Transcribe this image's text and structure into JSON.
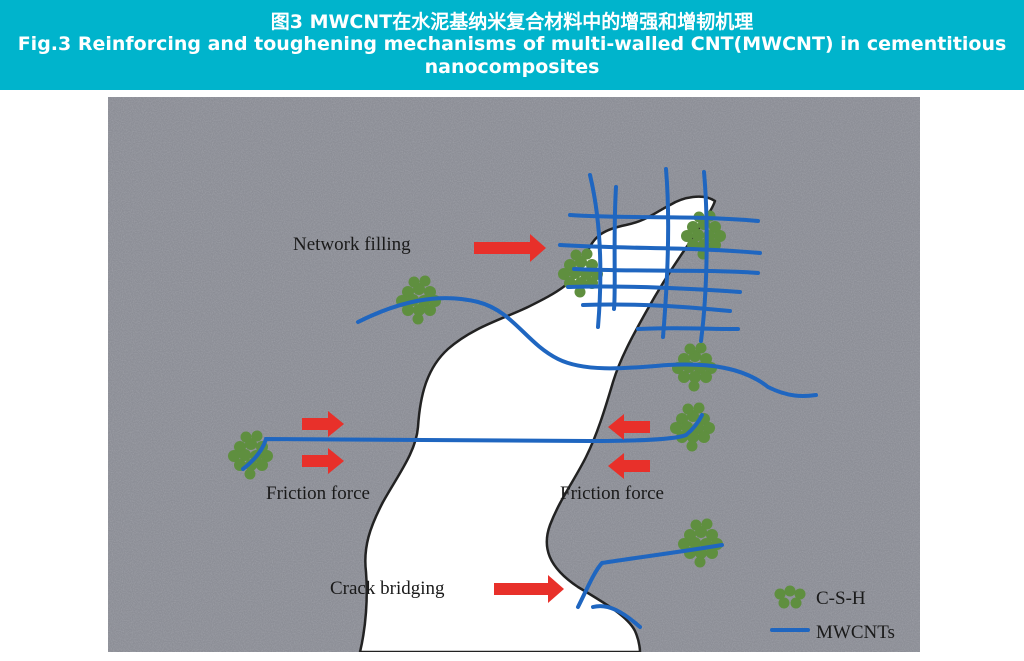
{
  "header": {
    "title_cn": "图3 MWCNT在水泥基纳米复合材料中的增强和增韧机理",
    "title_en": "Fig.3 Reinforcing and toughening mechanisms of multi-walled CNT(MWCNT) in cementitious nanocomposites"
  },
  "labels": {
    "network_filling": "Network filling",
    "friction_left": "Friction force",
    "friction_right": "Friction force",
    "crack_bridging": "Crack bridging"
  },
  "legend": {
    "csh": "C-S-H",
    "mwcnt": "MWCNTs"
  },
  "colors": {
    "header_bg": "#00b4cc",
    "matrix": "#8c8e96",
    "csh_green": "#5f8f3f",
    "mwcnt_blue": "#1f66c0",
    "arrow_red": "#e8302a"
  }
}
